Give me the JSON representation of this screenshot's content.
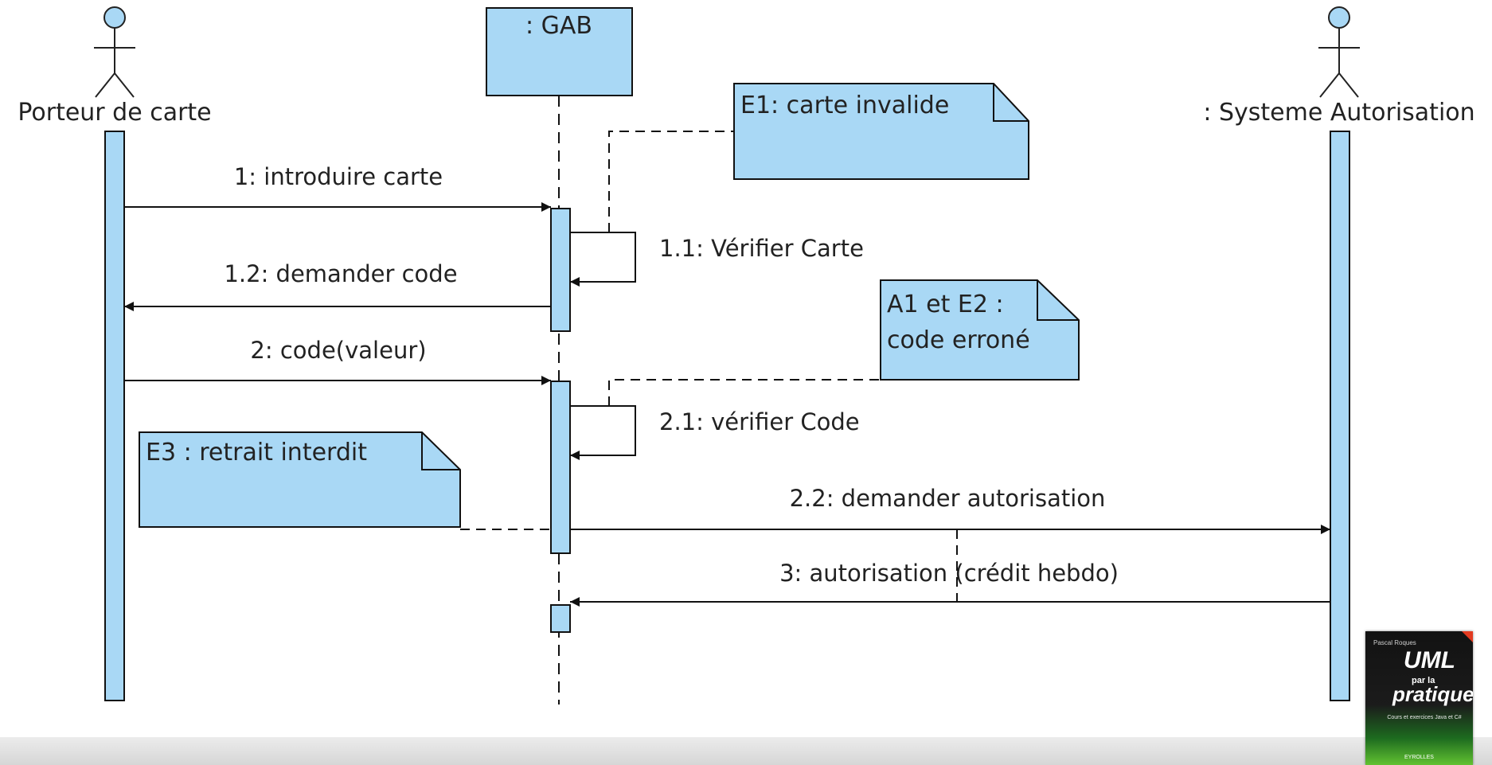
{
  "participants": [
    {
      "id": "porteur",
      "label": "Porteur de carte",
      "kind": "actor"
    },
    {
      "id": "gab",
      "label": ": GAB",
      "kind": "object"
    },
    {
      "id": "systeme",
      "label": ": Systeme Autorisation",
      "kind": "actor"
    }
  ],
  "messages": [
    {
      "id": "m1",
      "label": "1: introduire carte"
    },
    {
      "id": "m11",
      "label": "1.1: Vérifier Carte"
    },
    {
      "id": "m12",
      "label": "1.2: demander code"
    },
    {
      "id": "m2",
      "label": "2: code(valeur)"
    },
    {
      "id": "m21",
      "label": "2.1: vérifier Code"
    },
    {
      "id": "m22",
      "label": "2.2: demander autorisation"
    },
    {
      "id": "m3",
      "label": "3: autorisation (crédit hebdo)"
    }
  ],
  "notes": [
    {
      "id": "e1",
      "lines": [
        "E1: carte invalide"
      ]
    },
    {
      "id": "a1e2",
      "lines": [
        "A1 et E2 :",
        "code erroné"
      ]
    },
    {
      "id": "e3",
      "lines": [
        "E3 : retrait interdit"
      ]
    }
  ],
  "book": {
    "author": "Pascal Roques",
    "title1": "UML",
    "title2": "par la",
    "title3": "pratique",
    "subtitle": "Cours et exercices Java et C#",
    "publisher": "EYROLLES"
  },
  "colors": {
    "fill": "#a9d8f5",
    "stroke": "#111111",
    "footer": "#dcdcdc"
  }
}
